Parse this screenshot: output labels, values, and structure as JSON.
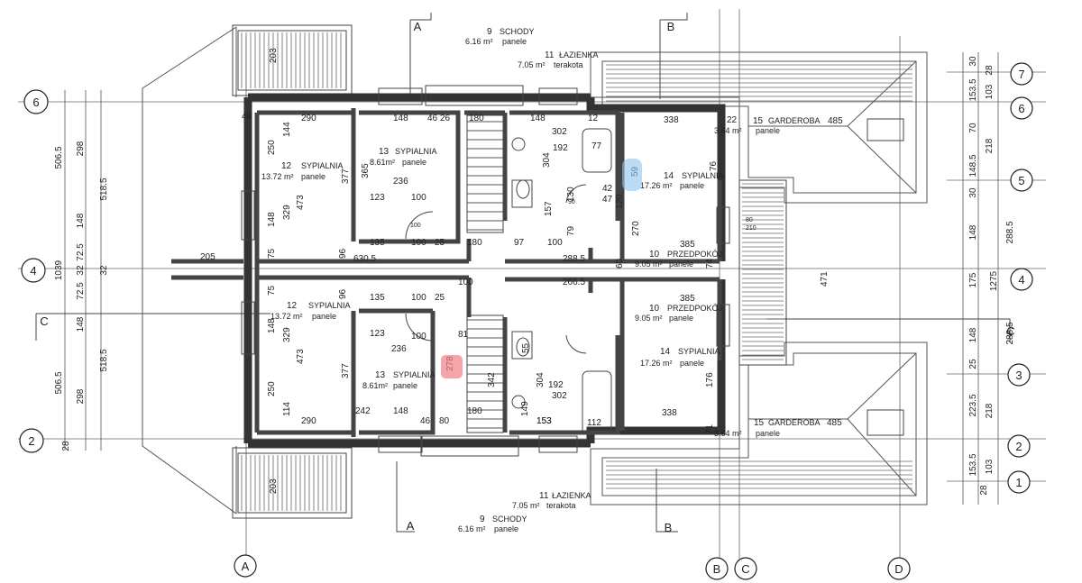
{
  "rooms": [
    {
      "id": "r12a",
      "num": "12",
      "name": "SYPIALNIA",
      "area": "13.72 m²",
      "finish": "panele"
    },
    {
      "id": "r13a",
      "num": "13",
      "name": "SYPIALNIA",
      "area": "8.61m²",
      "finish": "panele"
    },
    {
      "id": "r9a",
      "num": "9",
      "name": "SCHODY",
      "area": "6.16 m²",
      "finish": "panele"
    },
    {
      "id": "r11a",
      "num": "11",
      "name": "ŁAZIENKA",
      "area": "7.05 m²",
      "finish": "terakota"
    },
    {
      "id": "r14a",
      "num": "14",
      "name": "SYPIALNIA",
      "area": "17.26 m²",
      "finish": "panele"
    },
    {
      "id": "r15a",
      "num": "15",
      "name": "GARDEROBA",
      "area": "3.64 m²",
      "finish": "panele"
    },
    {
      "id": "r10a",
      "num": "10",
      "name": "PRZEDPOKÓJ",
      "area": "9.05 m²",
      "finish": "panele"
    },
    {
      "id": "r12b",
      "num": "12",
      "name": "SYPIALNIA",
      "area": "13.72 m²",
      "finish": "panele"
    },
    {
      "id": "r13b",
      "num": "13",
      "name": "SYPIALNIA",
      "area": "8.61m²",
      "finish": "panele"
    },
    {
      "id": "r10b",
      "num": "10",
      "name": "PRZEDPOKÓJ",
      "area": "9.05 m²",
      "finish": "panele"
    },
    {
      "id": "r14b",
      "num": "14",
      "name": "SYPIALNIA",
      "area": "17.26 m²",
      "finish": "panele"
    },
    {
      "id": "r15b",
      "num": "15",
      "name": "GARDEROBA",
      "area": "3.64 m²",
      "finish": "panele"
    },
    {
      "id": "r11b",
      "num": "11",
      "name": "ŁAZIENKA",
      "area": "7.05 m²",
      "finish": "terakota"
    },
    {
      "id": "r9b",
      "num": "9",
      "name": "SCHODY",
      "area": "6.16 m²",
      "finish": "panele"
    }
  ],
  "axis_labels": {
    "left": [
      "6",
      "4",
      "2"
    ],
    "right": [
      "7",
      "6",
      "5",
      "4",
      "3",
      "2",
      "1"
    ],
    "bottom": [
      "A",
      "B",
      "C",
      "D"
    ],
    "sections": [
      "A",
      "B",
      "C"
    ]
  },
  "dimensions": {
    "left_outer": [
      "1039",
      "506.5",
      "506.5"
    ],
    "left_mid": [
      "298",
      "148",
      "72.5",
      "32",
      "72.5",
      "148",
      "298",
      "28"
    ],
    "left_inner": [
      "518.5",
      "518.5",
      "32"
    ],
    "right_outer": [
      "1275"
    ],
    "right_mid": [
      "153.5",
      "70",
      "148.5",
      "148",
      "175",
      "148",
      "223.5",
      "153.5",
      "25",
      "30",
      "28",
      "30",
      "28"
    ],
    "right_inner": [
      "103",
      "218",
      "288.5",
      "288.5",
      "218",
      "103"
    ],
    "upper_row1": [
      "290",
      "148",
      "180",
      "148",
      "338",
      "485"
    ],
    "upper_misc": [
      "236",
      "123",
      "100",
      "135",
      "180",
      "100",
      "25",
      "97",
      "100",
      "630.5",
      "205",
      "385",
      "288.5",
      "302",
      "192",
      "304",
      "144",
      "250",
      "377",
      "473",
      "329",
      "96",
      "75",
      "148",
      "203",
      "76",
      "471",
      "46",
      "12",
      "26",
      "42",
      "47",
      "120",
      "270",
      "79",
      "157",
      "130",
      "60",
      "74",
      "80",
      "210",
      "100",
      "90",
      "77",
      "112",
      "153",
      "149",
      "55",
      "342",
      "278",
      "365",
      "59",
      "176",
      "71",
      "22",
      "48"
    ],
    "lower_row": [
      "290",
      "242",
      "148",
      "46",
      "80",
      "180",
      "153",
      "338",
      "485"
    ],
    "lower_misc": [
      "236",
      "123",
      "100",
      "135",
      "100",
      "25",
      "100",
      "266.5",
      "385",
      "302",
      "192",
      "304",
      "114",
      "250",
      "377",
      "473",
      "329",
      "96",
      "75",
      "148",
      "203",
      "81"
    ]
  }
}
